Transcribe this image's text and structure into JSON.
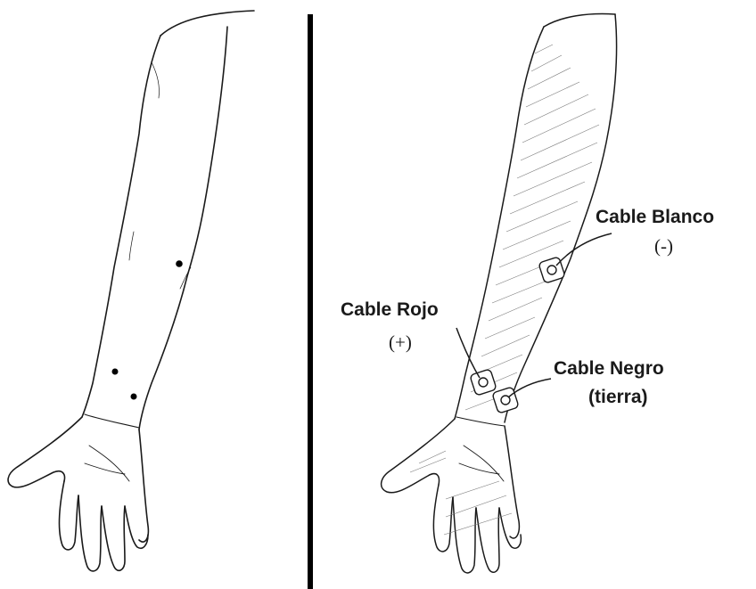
{
  "labels": {
    "white_cable": {
      "name": "Cable Blanco",
      "polarity": "(-)"
    },
    "red_cable": {
      "name": "Cable Rojo",
      "polarity": "(+)"
    },
    "black_cable": {
      "name": "Cable Negro",
      "polarity": "(tierra)"
    }
  },
  "colors": {
    "ink": "#1a1a1a",
    "divider": "#000000",
    "background": "#ffffff"
  }
}
